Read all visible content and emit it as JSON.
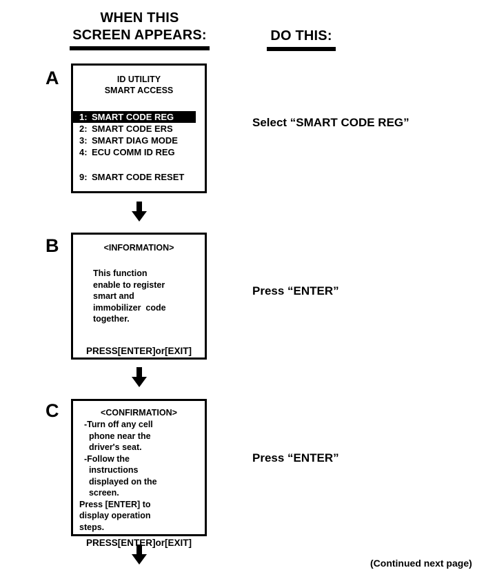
{
  "header": {
    "left_title": "WHEN THIS\nSCREEN APPEARS:",
    "right_title": "DO THIS:"
  },
  "steps": [
    {
      "letter": "A",
      "action": "Select “SMART CODE REG”",
      "screen": {
        "title_line1": "ID UTILITY",
        "title_line2": "SMART ACCESS",
        "menu": [
          {
            "num": "1:",
            "label": "SMART CODE REG",
            "selected": true
          },
          {
            "num": "2:",
            "label": "SMART CODE ERS",
            "selected": false
          },
          {
            "num": "3:",
            "label": "SMART DIAG MODE",
            "selected": false
          },
          {
            "num": "4:",
            "label": "ECU COMM ID REG",
            "selected": false
          }
        ],
        "menu_last": {
          "num": "9:",
          "label": "SMART CODE RESET",
          "selected": false
        }
      }
    },
    {
      "letter": "B",
      "action": "Press “ENTER”",
      "screen": {
        "title": "<INFORMATION>",
        "body": [
          "This function",
          "enable to register",
          "smart and",
          "immobilizer  code",
          "together."
        ],
        "footer": "PRESS[ENTER]or[EXIT]"
      }
    },
    {
      "letter": "C",
      "action": "Press “ENTER”",
      "screen": {
        "title": "<CONFIRMATION>",
        "body": [
          "-Turn off any cell",
          "  phone near the",
          "  driver's seat.",
          "-Follow the",
          "  instructions",
          "  displayed on the",
          "  screen.",
          "Press [ENTER] to",
          "display operation",
          "steps."
        ],
        "footer": "PRESS[ENTER]or[EXIT]"
      }
    }
  ],
  "footer_note": "(Continued next page)"
}
